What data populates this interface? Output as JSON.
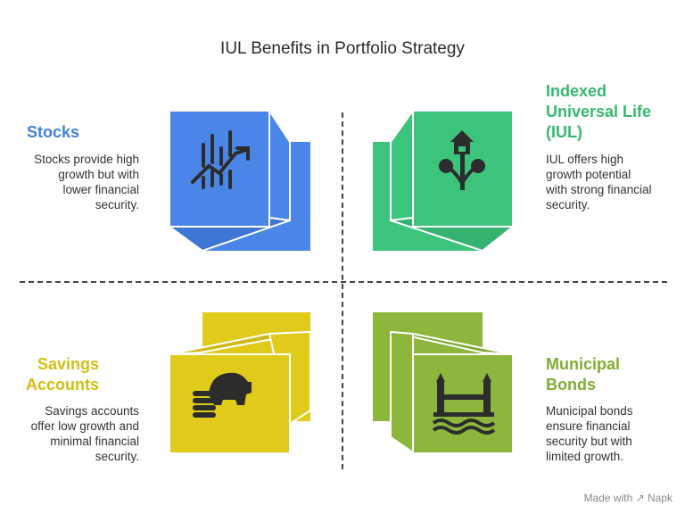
{
  "title": "IUL Benefits in Portfolio Strategy",
  "quadrants": {
    "stocks": {
      "title": "Stocks",
      "desc": [
        "Stocks provide high",
        "growth but with",
        "lower financial",
        "security."
      ],
      "color": "#4a86e8",
      "icon": "stock-chart-icon"
    },
    "iul": {
      "title": [
        "Indexed",
        "Universal Life",
        "(IUL)"
      ],
      "desc": [
        "IUL offers high",
        "growth potential",
        "with strong financial",
        "security."
      ],
      "color": "#3cc47c",
      "icon": "tree-growth-icon"
    },
    "savings": {
      "title": [
        "Savings",
        "Accounts"
      ],
      "desc": [
        "Savings accounts",
        "offer low growth and",
        "minimal financial",
        "security."
      ],
      "color": "#e0cb1a",
      "icon": "piggy-bank-coins-icon"
    },
    "municipal": {
      "title": [
        "Municipal",
        "Bonds"
      ],
      "desc": [
        "Municipal bonds",
        "ensure financial",
        "security but with",
        "limited growth."
      ],
      "color": "#8db63c",
      "icon": "bridge-icon"
    }
  },
  "footer": "Made with ↗ Napk"
}
